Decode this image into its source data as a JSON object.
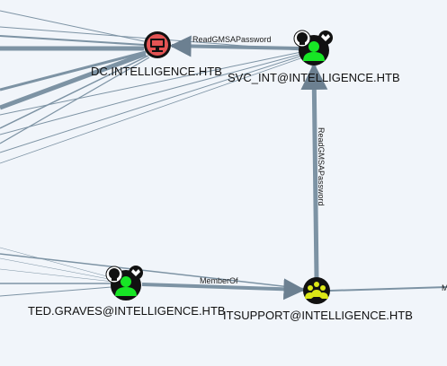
{
  "graph": {
    "nodes": {
      "dc": {
        "label": "DC.INTELLIGENCE.HTB",
        "type": "computer",
        "icon": "computer-icon",
        "color": "#e35454"
      },
      "svc_int": {
        "label": "SVC_INT@INTELLIGENCE.HTB",
        "type": "user",
        "icon": "user-icon",
        "color": "#17e625",
        "badges": [
          "skull-icon",
          "crown-icon"
        ]
      },
      "ted_graves": {
        "label": "TED.GRAVES@INTELLIGENCE.HTB",
        "type": "user",
        "icon": "user-icon",
        "color": "#17e625",
        "badges": [
          "skull-icon",
          "crown-icon"
        ]
      },
      "itsupport": {
        "label": "ITSUPPORT@INTELLIGENCE.HTB",
        "type": "group",
        "icon": "group-icon",
        "color": "#dbe617"
      }
    },
    "edges": {
      "svc_to_dc": {
        "label": "ReadGMSAPassword"
      },
      "itsupport_to_svc": {
        "label": "ReadGMSAPassword"
      },
      "ted_to_itsupport": {
        "label": "MemberOf"
      },
      "itsupport_out": {
        "label": "M"
      }
    },
    "colors": {
      "edge": "#7a8fa0",
      "edge_light": "#9aabba",
      "background": "#f1f5fa"
    }
  }
}
